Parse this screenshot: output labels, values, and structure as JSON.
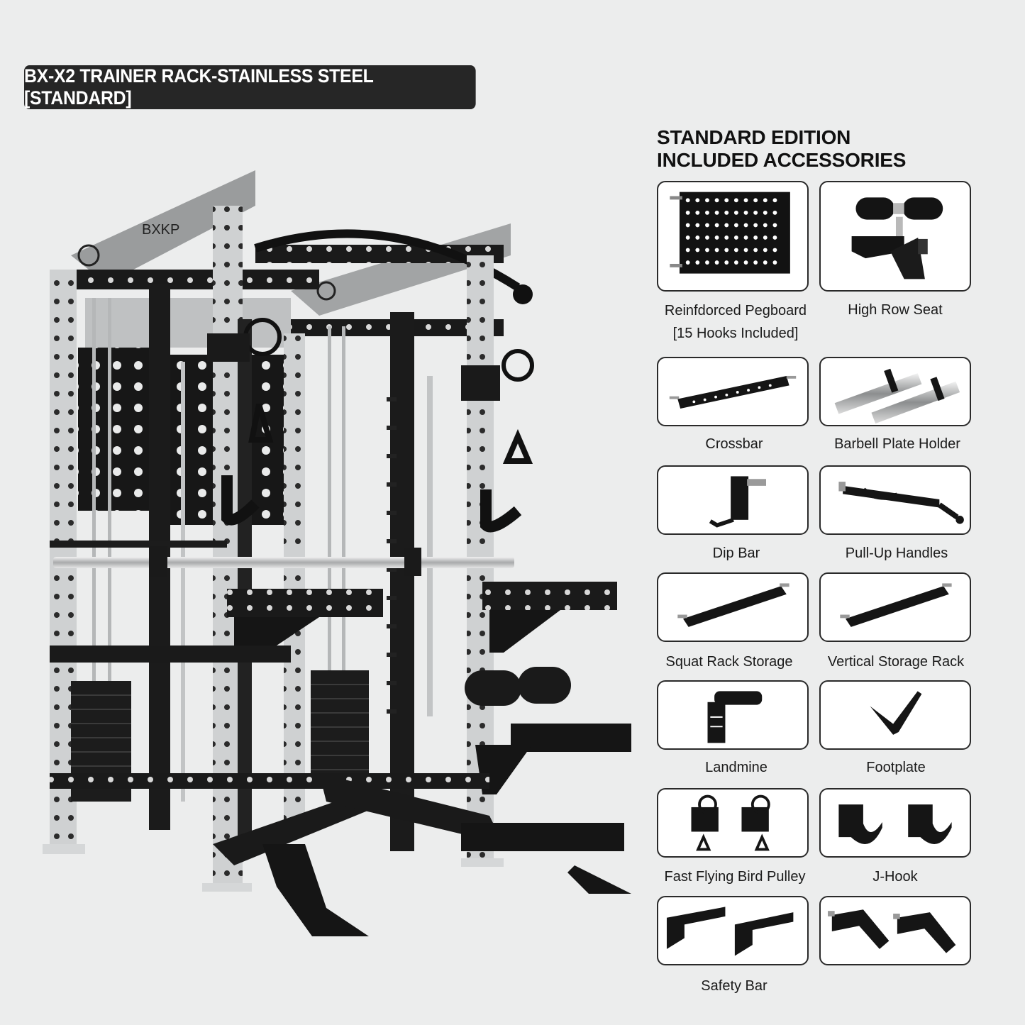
{
  "title": "BX-X2 TRAINER RACK-STAINLESS STEEL [STANDARD]",
  "rack_brand": "BXKP",
  "accessories_heading": {
    "line1": "STANDARD EDITION",
    "line2": "INCLUDED ACCESSORIES"
  },
  "accessories": [
    {
      "name": "Reinfdorced Pegboard",
      "note": "[15 Hooks Included]",
      "icon": "pegboard-icon"
    },
    {
      "name": "High Row Seat",
      "icon": "high-row-seat-icon"
    },
    {
      "name": "Crossbar",
      "icon": "crossbar-icon"
    },
    {
      "name": "Barbell Plate Holder",
      "icon": "barbell-plate-holder-icon"
    },
    {
      "name": "Dip Bar",
      "icon": "dip-bar-icon"
    },
    {
      "name": "Pull-Up Handles",
      "icon": "pull-up-handles-icon"
    },
    {
      "name": "Squat Rack Storage",
      "icon": "squat-rack-storage-icon"
    },
    {
      "name": "Vertical Storage Rack",
      "icon": "vertical-storage-rack-icon"
    },
    {
      "name": "Landmine",
      "icon": "landmine-icon"
    },
    {
      "name": "Footplate",
      "icon": "footplate-icon"
    },
    {
      "name": "Fast Flying Bird Pulley",
      "icon": "pulley-icon"
    },
    {
      "name": "J-Hook",
      "icon": "j-hook-icon"
    },
    {
      "name": "Safety Bar",
      "icon": "safety-bar-icon"
    }
  ],
  "colors": {
    "background": "#eceded",
    "banner": "#262626",
    "steel": "#c9cbcc",
    "black": "#151515"
  }
}
